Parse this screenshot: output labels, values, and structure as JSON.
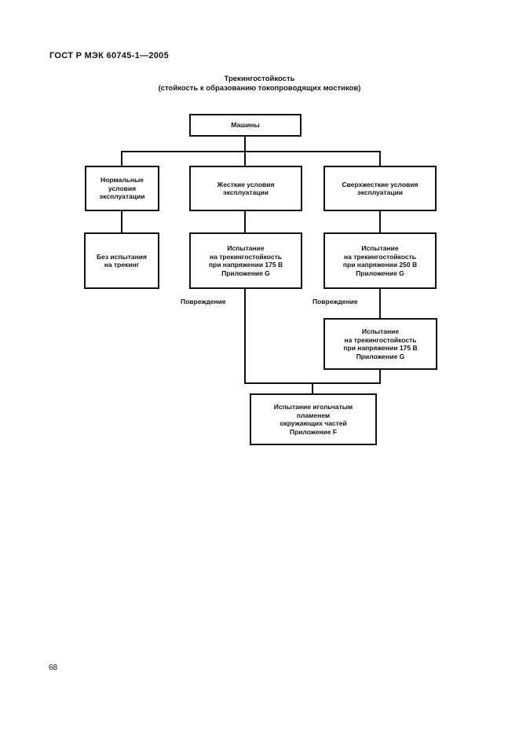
{
  "page": {
    "header": "ГОСТ Р МЭК 60745-1—2005",
    "page_number": "68"
  },
  "title": {
    "text": "Трекингостойкость\n(стойкость к образованию токопроводящих мостиков)"
  },
  "flowchart": {
    "machines": "Машины",
    "normal_conditions": "Нормальные\nусловия\nэксплуатации",
    "severe_conditions": "Жесткие условия\nэксплуатации",
    "extra_severe_conditions": "Сверхжесткие условия\nэксплуатации",
    "no_tracking_test": "Без испытания\nна трекинг",
    "tracking_test_175": "Испытание\nна трекингостойкость\nпри напряжении 175 В\nПриложение G",
    "tracking_test_250": "Испытание\nна трекингостойкость\nпри напряжении 250 В\nПриложение G",
    "tracking_test_175_after_damage": "Испытание\nна трекингостойкость\nпри напряжении 175 В\nПриложение G",
    "needle_flame_test": "Испытание игольчатым\nпламенем\nокружающих частей\nПриложение F",
    "damage_label_left": "Повреждение",
    "damage_label_right": "Повреждение"
  },
  "colors": {
    "ink": "#111111",
    "paper": "#ffffff"
  }
}
